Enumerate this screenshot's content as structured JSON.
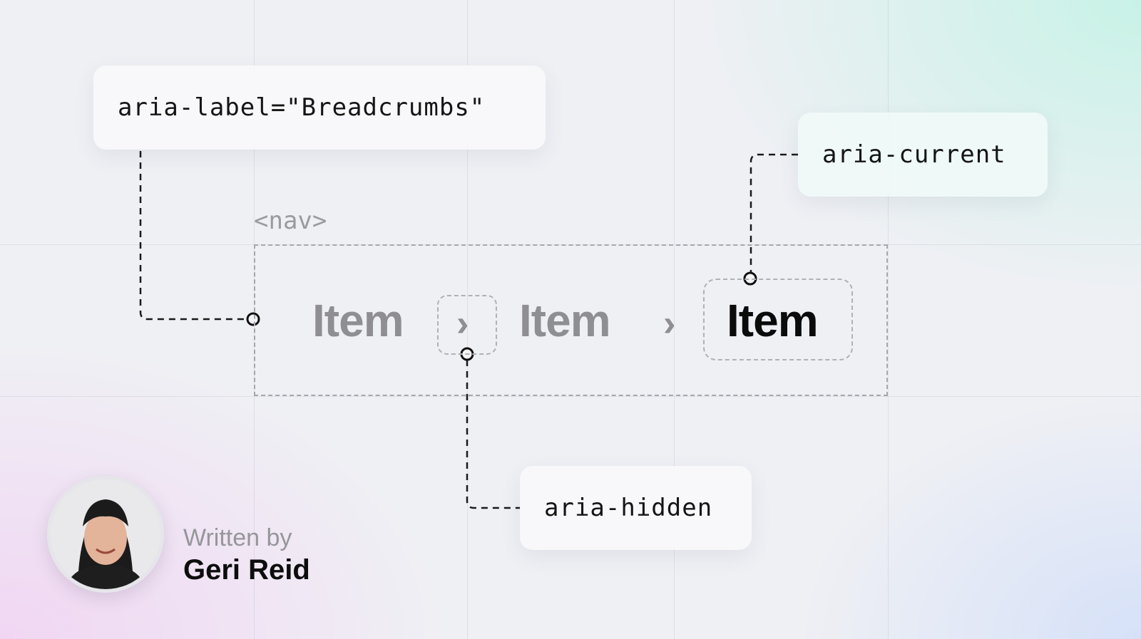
{
  "labels": {
    "aria_label": "aria-label=\"Breadcrumbs\"",
    "aria_current": "aria-current",
    "aria_hidden": "aria-hidden",
    "nav_tag": "<nav>"
  },
  "breadcrumb": {
    "items": [
      "Item",
      "Item",
      "Item"
    ],
    "separator": "›"
  },
  "author": {
    "written_by": "Written by",
    "name": "Geri Reid"
  },
  "colors": {
    "current_item": "#0b0b0b",
    "inactive_item": "#8e8e93",
    "dashed_border": "#a6a6ac"
  }
}
